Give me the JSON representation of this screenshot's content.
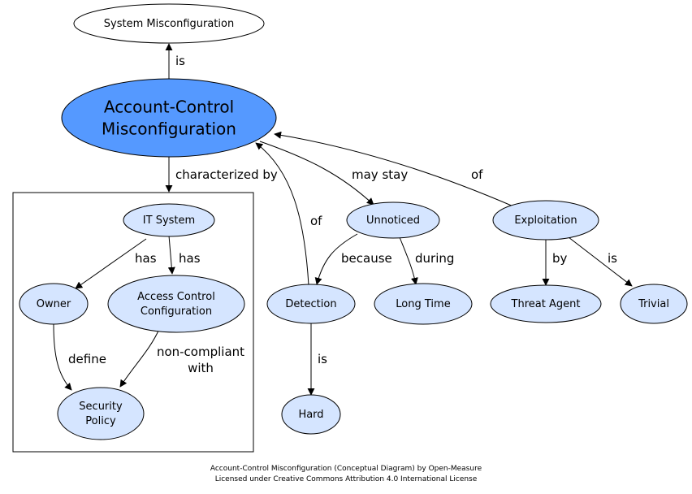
{
  "colors": {
    "main_fill": "#5599ff",
    "node_fill": "#d5e5ff",
    "top_fill": "#ffffff",
    "stroke": "#000000"
  },
  "nodes": {
    "system_misconfiguration": {
      "lines": [
        "System Misconfiguration"
      ]
    },
    "account_control": {
      "lines": [
        "Account-Control",
        "Misconfiguration"
      ]
    },
    "it_system": {
      "lines": [
        "IT System"
      ]
    },
    "owner": {
      "lines": [
        "Owner"
      ]
    },
    "access_control_configuration": {
      "lines": [
        "Access Control",
        "Configuration"
      ]
    },
    "security_policy": {
      "lines": [
        "Security",
        "Policy"
      ]
    },
    "unnoticed": {
      "lines": [
        "Unnoticed"
      ]
    },
    "detection": {
      "lines": [
        "Detection"
      ]
    },
    "long_time": {
      "lines": [
        "Long Time"
      ]
    },
    "hard": {
      "lines": [
        "Hard"
      ]
    },
    "exploitation": {
      "lines": [
        "Exploitation"
      ]
    },
    "threat_agent": {
      "lines": [
        "Threat Agent"
      ]
    },
    "trivial": {
      "lines": [
        "Trivial"
      ]
    }
  },
  "edges": {
    "is_system": {
      "lines": [
        "is"
      ]
    },
    "characterized_by": {
      "lines": [
        "characterized by"
      ]
    },
    "has_owner": {
      "lines": [
        "has"
      ]
    },
    "has_acc": {
      "lines": [
        "has"
      ]
    },
    "define": {
      "lines": [
        "define"
      ]
    },
    "non_compliant_with": {
      "lines": [
        "non-compliant",
        "with"
      ]
    },
    "may_stay": {
      "lines": [
        "may stay"
      ]
    },
    "of_detection": {
      "lines": [
        "of"
      ]
    },
    "because": {
      "lines": [
        "because"
      ]
    },
    "during": {
      "lines": [
        "during"
      ]
    },
    "is_hard": {
      "lines": [
        "is"
      ]
    },
    "of_exploitation": {
      "lines": [
        "of"
      ]
    },
    "by": {
      "lines": [
        "by"
      ]
    },
    "is_trivial": {
      "lines": [
        "is"
      ]
    }
  },
  "credit": {
    "line1": "Account-Control Misconfiguration (Conceptual Diagram) by Open-Measure",
    "line2": "Licensed under Creative Commons Attribution 4.0 International License"
  }
}
